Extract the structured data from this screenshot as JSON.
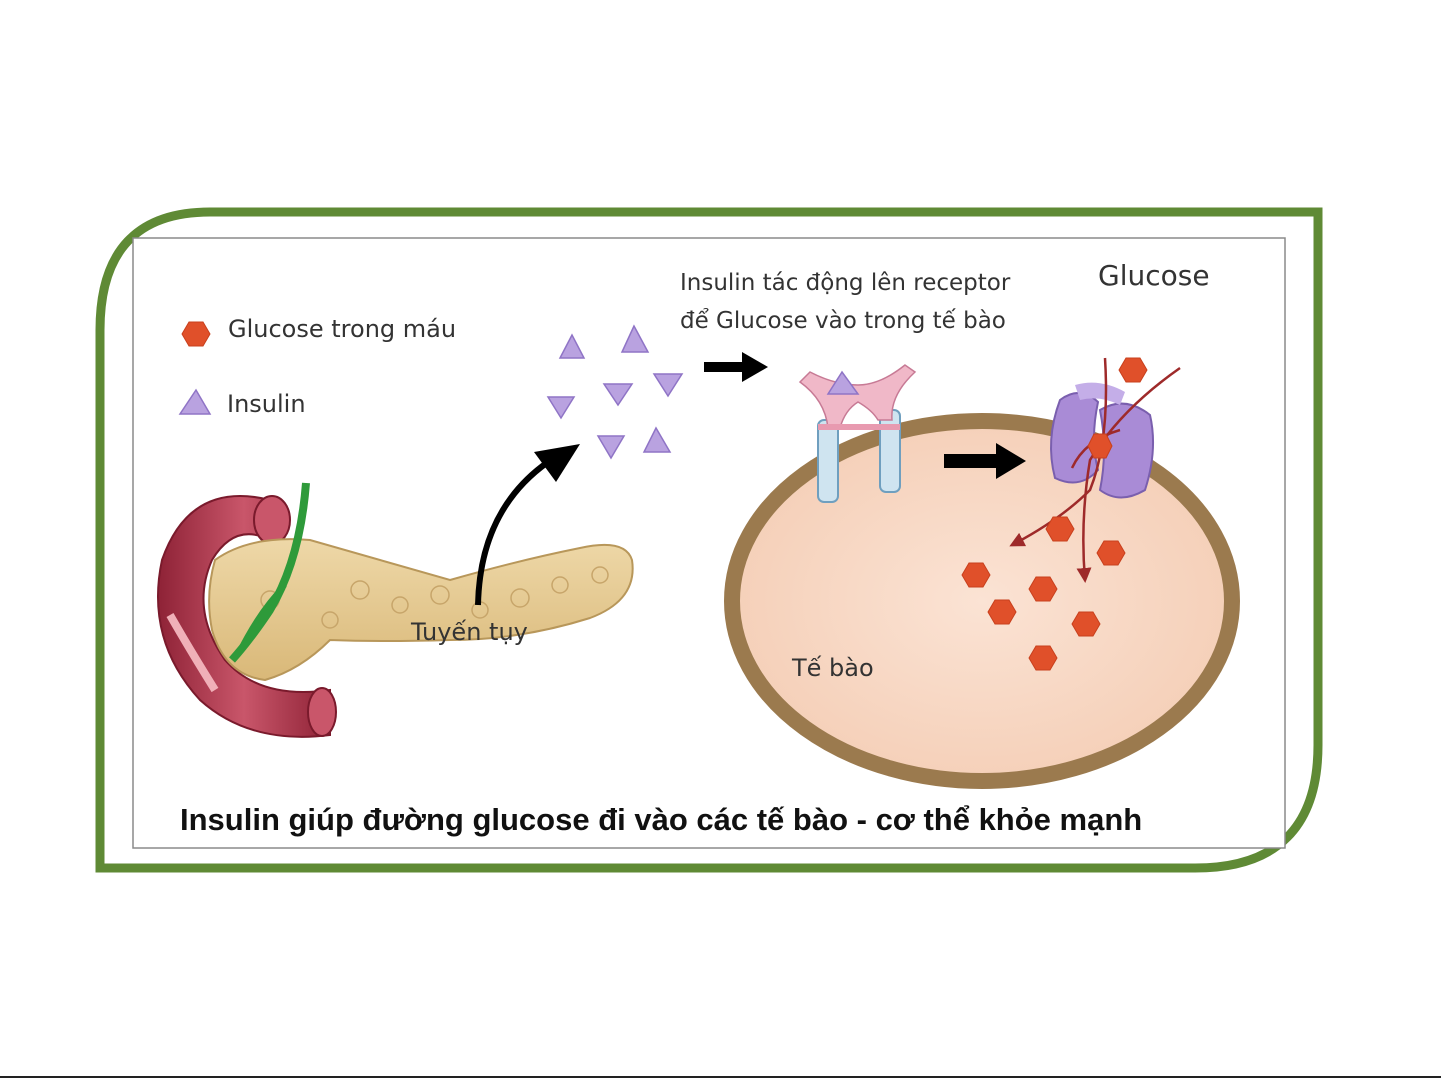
{
  "legend": {
    "glucose_label": "Glucose trong máu",
    "insulin_label": "Insulin"
  },
  "labels": {
    "receptor_line1": "Insulin tác động lên receptor",
    "receptor_line2": "để Glucose vào trong tế bào",
    "glucose": "Glucose",
    "pancreas": "Tuyến tụy",
    "cell": "Tế bào"
  },
  "caption": "Insulin giúp đường glucose đi vào các tế bào - cơ thể khỏe mạnh",
  "colors": {
    "frame": "#5f8a35",
    "glucose": "#e0502a",
    "insulin": "#b9a2e0",
    "cell_fill": "#f8d9c6",
    "cell_membrane": "#9b7a4e",
    "pancreas": "#e7cd97",
    "duodenum": "#b2354a",
    "arrow": "#000000"
  }
}
